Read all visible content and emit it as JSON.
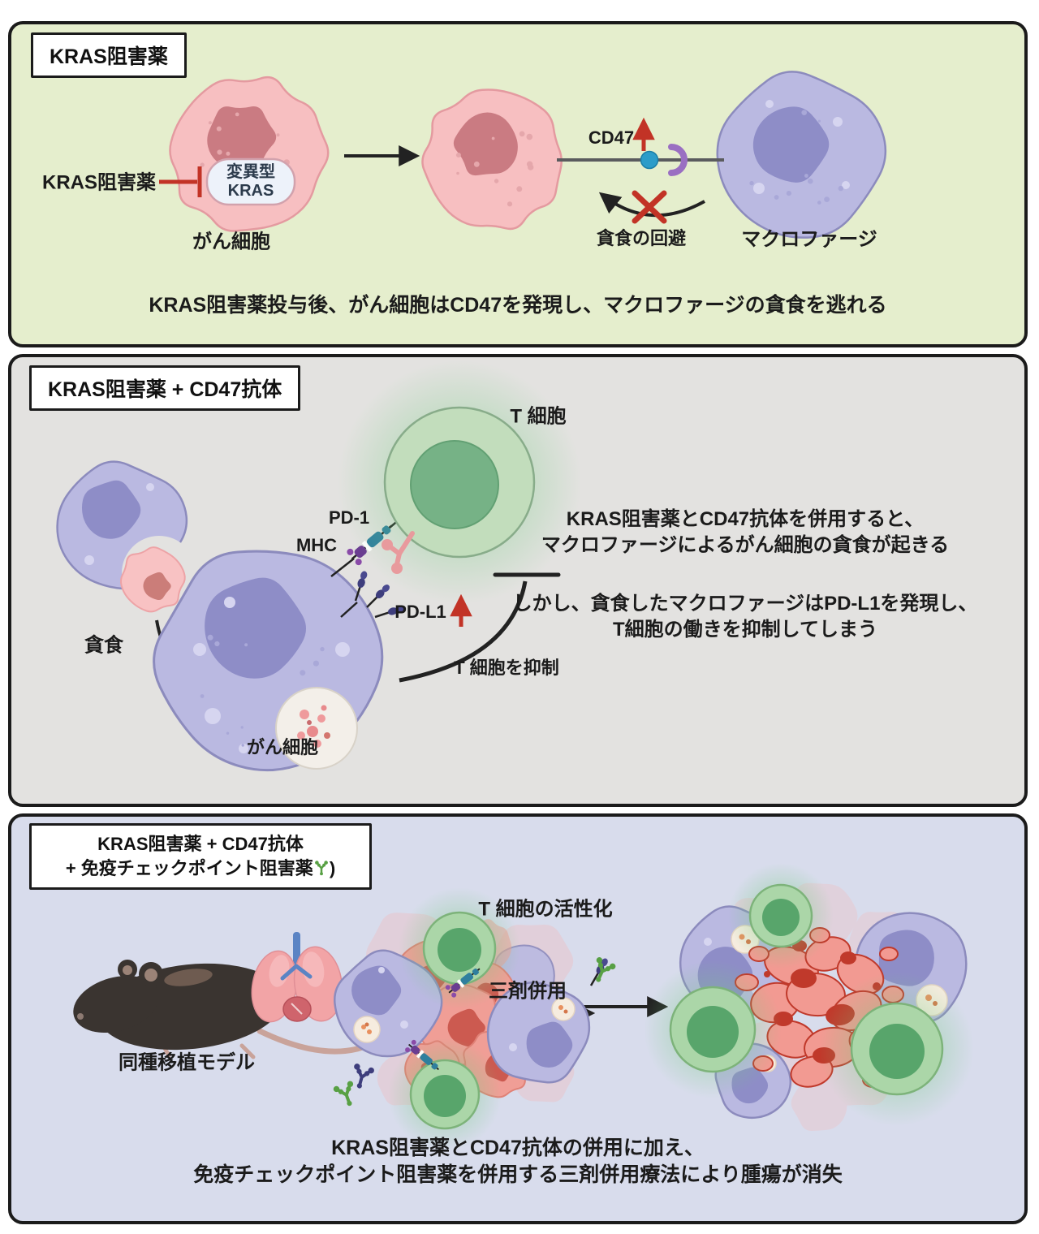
{
  "panel1": {
    "title": "KRAS阻害薬",
    "labels": {
      "inhibitor": "KRAS阻害薬",
      "mutant_kras_line1": "変異型",
      "mutant_kras_line2": "KRAS",
      "cancer_cell": "がん細胞",
      "cd47": "CD47",
      "phagocytosis_evasion": "貪食の回避",
      "macrophage": "マクロファージ"
    },
    "caption": "KRAS阻害薬投与後、がん細胞はCD47を発現し、マクロファージの貪食を逃れる"
  },
  "panel2": {
    "title": "KRAS阻害薬 + CD47抗体",
    "labels": {
      "t_cell": "T 細胞",
      "pd1": "PD-1",
      "mhc": "MHC",
      "pdl1": "PD-L1",
      "phagocytosis": "貪食",
      "cancer_cell": "がん細胞",
      "t_cell_suppression": "T 細胞を抑制"
    },
    "text1_line1": "KRAS阻害薬とCD47抗体を併用すると、",
    "text1_line2": "マクロファージによるがん細胞の貪食が起きる",
    "text2_line1": "しかし、貪食したマクロファージはPD-L1を発現し、",
    "text2_line2": "T細胞の働きを抑制してしまう"
  },
  "panel3": {
    "title_line1": "KRAS阻害薬 + CD47抗体",
    "title_line2": "+ 免疫チェックポイント阻害薬",
    "title_line2_suffix": ")",
    "labels": {
      "mouse_model": "同種移植モデル",
      "triple_combination": "三剤併用",
      "t_cell_activation": "T 細胞の活性化"
    },
    "caption_line1": "KRAS阻害薬とCD47抗体の併用に加え、",
    "caption_line2": "免疫チェックポイント阻害薬を併用する三剤併用療法により腫瘍が消失"
  },
  "icons": {
    "antibody_icon": "Y-shaped antibody",
    "inhibition_icon": "red T-bar",
    "blocked_icon": "red X over curved arrow",
    "up_arrow_icon": "red up arrow"
  },
  "colors": {
    "panel1_bg": "#e5eecd",
    "panel2_bg": "#e3e2e0",
    "panel3_bg": "#d8dcec",
    "cancer_cell_pink": "#f7bfc1",
    "cancer_nucleus": "#ca7b82",
    "macrophage_purple": "#bab9e1",
    "macrophage_nucleus": "#8e8dc7",
    "t_cell_green": "#c2ddbc",
    "t_cell_nucleus": "#76b286",
    "inhibit_red": "#c23326",
    "cd47_blue": "#2c9cc9",
    "sirpa_purple": "#9a6fc2",
    "pd1_teal": "#2f7f9e",
    "mhc_purple": "#6a3d91",
    "pdl1_navy": "#3e3e7d",
    "antibody_green": "#58a044",
    "arrow_black": "#222222"
  }
}
